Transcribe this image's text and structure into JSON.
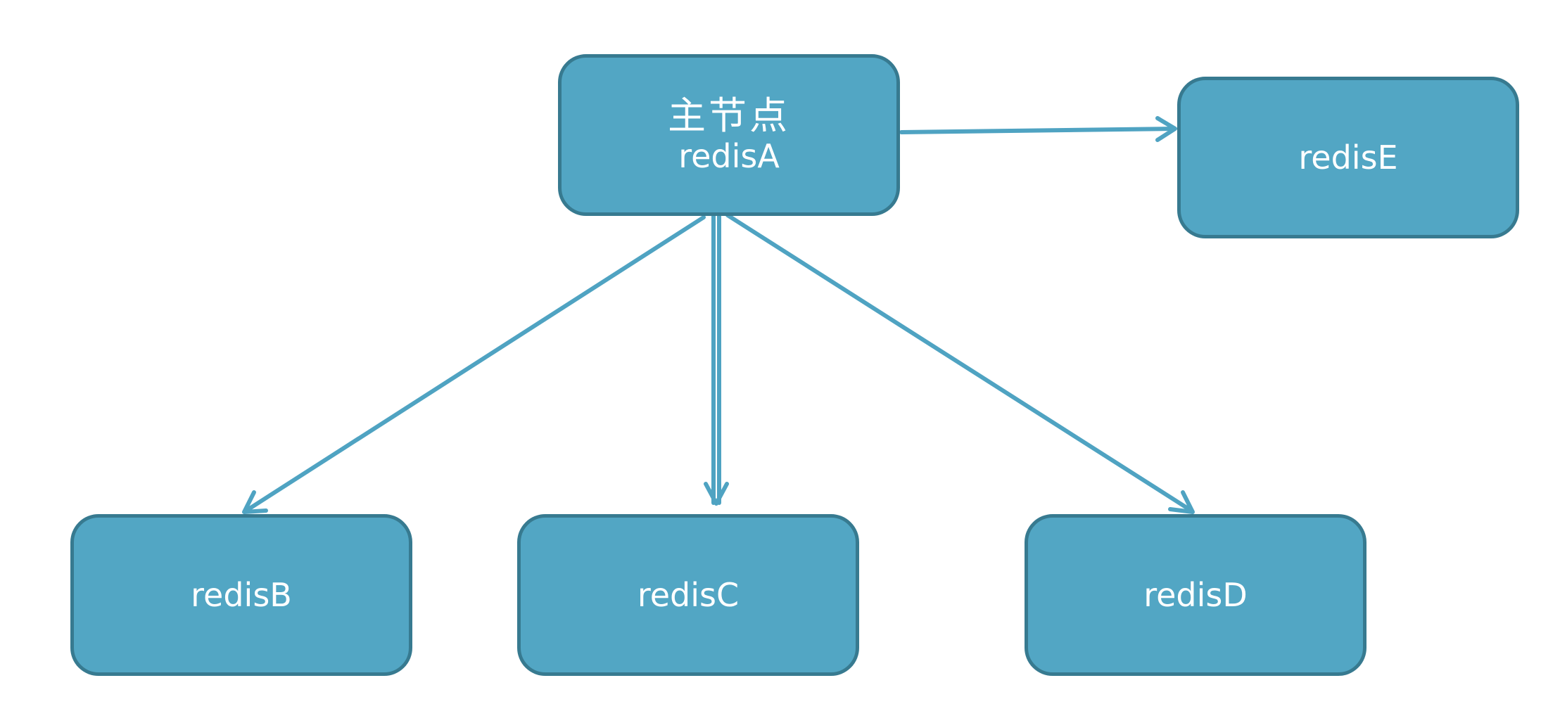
{
  "diagram": {
    "nodes": {
      "a": {
        "title": "主节点",
        "label": "redisA"
      },
      "b": {
        "label": "redisB"
      },
      "c": {
        "label": "redisC"
      },
      "d": {
        "label": "redisD"
      },
      "e": {
        "label": "redisE"
      }
    },
    "edges": [
      {
        "from": "redisA",
        "to": "redisE"
      },
      {
        "from": "redisA",
        "to": "redisB"
      },
      {
        "from": "redisA",
        "to": "redisC"
      },
      {
        "from": "redisA",
        "to": "redisD"
      }
    ],
    "colors": {
      "node_fill": "#52a6c4",
      "node_border": "#377a90",
      "edge": "#4fa3c2",
      "text": "#ffffff"
    }
  }
}
